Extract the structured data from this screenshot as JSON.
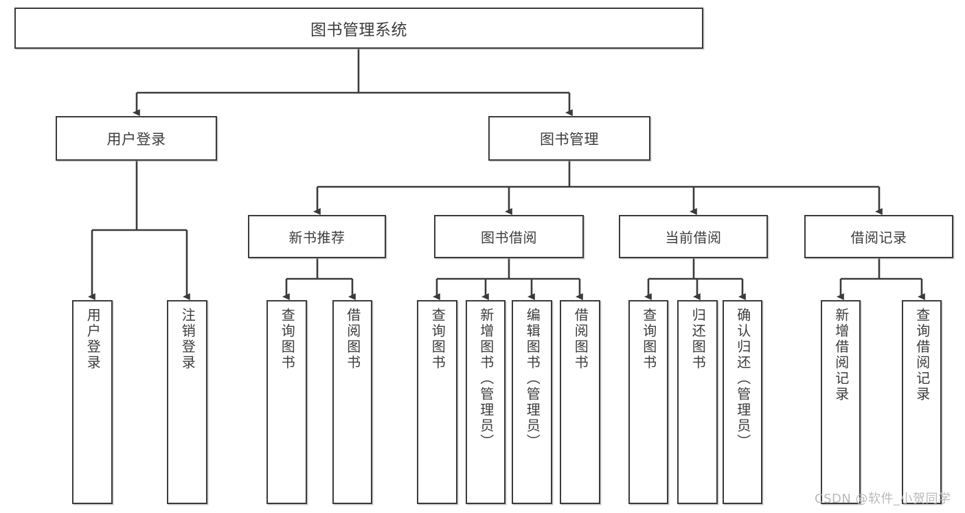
{
  "diagram": {
    "type": "tree",
    "title": "图书管理系统",
    "root": {
      "id": "root",
      "label": "图书管理系统"
    },
    "level1": [
      {
        "id": "login",
        "label": "用户登录"
      },
      {
        "id": "bookmgmt",
        "label": "图书管理"
      }
    ],
    "level2": [
      {
        "id": "newbook",
        "label": "新书推荐",
        "parent": "bookmgmt"
      },
      {
        "id": "borrow",
        "label": "图书借阅",
        "parent": "bookmgmt"
      },
      {
        "id": "current",
        "label": "当前借阅",
        "parent": "bookmgmt"
      },
      {
        "id": "record",
        "label": "借阅记录",
        "parent": "bookmgmt"
      }
    ],
    "leaves": [
      {
        "id": "leaf-user-login",
        "label": "用户登录",
        "parent": "login"
      },
      {
        "id": "leaf-user-logout",
        "label": "注销登录",
        "parent": "login"
      },
      {
        "id": "leaf-newbook-query",
        "label": "查询图书",
        "parent": "newbook"
      },
      {
        "id": "leaf-newbook-borrow",
        "label": "借阅图书",
        "parent": "newbook"
      },
      {
        "id": "leaf-borrow-query",
        "label": "查询图书",
        "parent": "borrow"
      },
      {
        "id": "leaf-borrow-add",
        "label": "新增图书（管理员）",
        "parent": "borrow"
      },
      {
        "id": "leaf-borrow-edit",
        "label": "编辑图书（管理员）",
        "parent": "borrow"
      },
      {
        "id": "leaf-borrow-lend",
        "label": "借阅图书",
        "parent": "borrow"
      },
      {
        "id": "leaf-current-query",
        "label": "查询图书",
        "parent": "current"
      },
      {
        "id": "leaf-current-return",
        "label": "归还图书",
        "parent": "current"
      },
      {
        "id": "leaf-current-confirm",
        "label": "确认归还（管理员）",
        "parent": "current"
      },
      {
        "id": "leaf-record-add",
        "label": "新增借阅记录",
        "parent": "record"
      },
      {
        "id": "leaf-record-query",
        "label": "查询借阅记录",
        "parent": "record"
      }
    ],
    "colors": {
      "stroke": "#3a3a3a",
      "text": "#3c3c3c",
      "background": "#ffffff",
      "watermark": "#b9b9b9"
    }
  },
  "watermark": {
    "text": "CSDN @软件_小贺同学"
  }
}
